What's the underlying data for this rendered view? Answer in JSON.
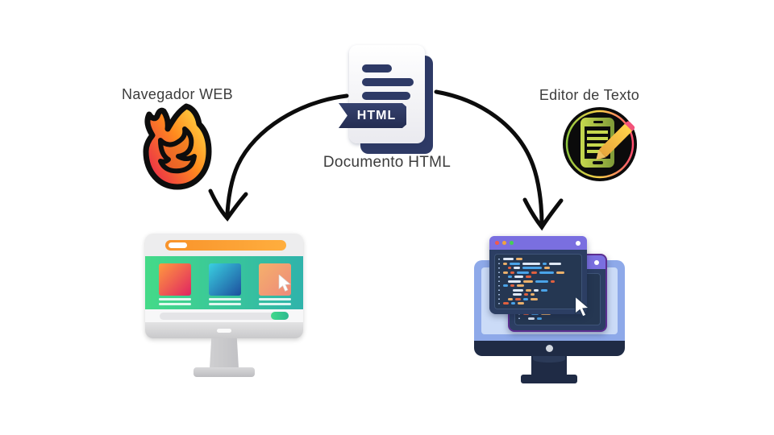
{
  "labels": {
    "left": "Navegador WEB",
    "center": "Documento HTML",
    "right": "Editor de Texto"
  },
  "html_file": {
    "badge_text": "HTML",
    "paper_color": "#f5f5f8",
    "ink_color": "#2e3a66",
    "text_line_count": 3
  },
  "icons": {
    "firefox": {
      "name": "firefox-flame",
      "gradient": [
        "#e8214f",
        "#ff8a1e",
        "#ffe24a"
      ],
      "outline": "#0d0d0d"
    },
    "text_editor": {
      "name": "tablet-and-pencil",
      "bg": "#0b0b0b",
      "ring": [
        "#8ec63f",
        "#ffd24a",
        "#ff4d6e"
      ],
      "tablet": [
        "#c6d84e",
        "#7e9a38"
      ],
      "pencil_body": "#ffd24a",
      "pencil_eraser": "#f2537a"
    }
  },
  "arrows": {
    "color": "#0c0c0c",
    "left": {
      "from": "html-document",
      "to": "browser-monitor"
    },
    "right": {
      "from": "html-document",
      "to": "editor-monitor"
    }
  },
  "browser_monitor": {
    "frame_color": "#ededee",
    "urlbar_gradient": [
      "#f8932b",
      "#ffae3e"
    ],
    "hero_gradient": [
      "#44da88",
      "#2fb3ab"
    ],
    "footer_button_color": "#3ecf8e",
    "cards": [
      {
        "gradient": [
          "#ff9a3e",
          "#e02462"
        ],
        "caption_lines": 2,
        "cursor": false
      },
      {
        "gradient": [
          "#3ad0e0",
          "#1d4f9e"
        ],
        "caption_lines": 2,
        "cursor": false
      },
      {
        "gradient": [
          "#f5b06b",
          "#ee8a7a"
        ],
        "caption_lines": 2,
        "cursor": true
      }
    ]
  },
  "code_monitor": {
    "frame_color": "#8ea9e9",
    "screen_color": "#cbdbf7",
    "chin_color": "#1f2b45",
    "window_bar_color": "#7a6fe0",
    "window_body_color": "#2c3e63",
    "panel_color": "#253752",
    "back_window_border": "#5c2e91",
    "traffic_lights": [
      "#f2594b",
      "#f0a33c",
      "#45d055"
    ],
    "palette": {
      "w": "#dfe8f5",
      "b": "#4aa3e8",
      "o": "#e0603f",
      "t": "#eab06b"
    },
    "front_rows": [
      {
        "i": 0,
        "s": [
          [
            "w",
            13
          ],
          [
            "t",
            8
          ]
        ]
      },
      {
        "i": 0,
        "s": [
          [
            "t",
            5
          ],
          [
            "b",
            13
          ],
          [
            "w",
            22
          ],
          [
            "b",
            5
          ],
          [
            "w",
            15
          ]
        ]
      },
      {
        "i": 1,
        "s": [
          [
            "o",
            4
          ],
          [
            "w",
            8
          ],
          [
            "b",
            24
          ],
          [
            "t",
            7
          ]
        ]
      },
      {
        "i": 0,
        "s": [
          [
            "t",
            6
          ],
          [
            "o",
            5
          ],
          [
            "b",
            15
          ],
          [
            "o",
            7
          ],
          [
            "b",
            18
          ],
          [
            "t",
            10
          ]
        ]
      },
      {
        "i": 1,
        "s": [
          [
            "b",
            5
          ],
          [
            "w",
            11
          ],
          [
            "o",
            7
          ]
        ]
      },
      {
        "i": 1,
        "s": [
          [
            "w",
            16
          ],
          [
            "t",
            12
          ],
          [
            "b",
            16
          ],
          [
            "o",
            5
          ]
        ]
      },
      {
        "i": 0,
        "s": [
          [
            "b",
            6
          ],
          [
            "o",
            5
          ],
          [
            "t",
            9
          ]
        ]
      },
      {
        "i": 2,
        "s": [
          [
            "w",
            13
          ],
          [
            "t",
            7
          ],
          [
            "w",
            6
          ],
          [
            "b",
            8
          ]
        ]
      },
      {
        "i": 2,
        "s": [
          [
            "w",
            11
          ],
          [
            "o",
            5
          ],
          [
            "t",
            5
          ]
        ]
      },
      {
        "i": 1,
        "s": [
          [
            "t",
            6
          ],
          [
            "o",
            7
          ],
          [
            "b",
            6
          ],
          [
            "t",
            9
          ]
        ]
      },
      {
        "i": 0,
        "s": [
          [
            "o",
            7
          ],
          [
            "b",
            5
          ],
          [
            "t",
            8
          ]
        ]
      }
    ],
    "back_rows": [
      {
        "i": 0,
        "s": [
          [
            "w",
            14
          ],
          [
            "b",
            10
          ],
          [
            "t",
            30
          ]
        ]
      },
      {
        "i": 1,
        "s": [
          [
            "b",
            10
          ],
          [
            "o",
            6
          ],
          [
            "w",
            14
          ]
        ]
      },
      {
        "i": 0,
        "s": [
          [
            "t",
            7
          ],
          [
            "b",
            12
          ],
          [
            "w",
            20
          ],
          [
            "t",
            28
          ]
        ]
      },
      {
        "i": 1,
        "s": [
          [
            "o",
            5
          ],
          [
            "w",
            10
          ],
          [
            "t",
            16
          ]
        ]
      },
      {
        "i": 0,
        "s": [
          [
            "w",
            18
          ],
          [
            "b",
            8
          ],
          [
            "t",
            34
          ]
        ]
      },
      {
        "i": 1,
        "s": [
          [
            "t",
            8
          ],
          [
            "o",
            10
          ],
          [
            "b",
            8
          ]
        ]
      },
      {
        "i": 0,
        "s": [
          [
            "w",
            10
          ],
          [
            "t",
            6
          ],
          [
            "b",
            12
          ]
        ]
      },
      {
        "i": 1,
        "s": [
          [
            "w",
            12
          ],
          [
            "t",
            7
          ],
          [
            "o",
            5
          ]
        ]
      },
      {
        "i": 0,
        "s": [
          [
            "o",
            7
          ],
          [
            "b",
            9
          ],
          [
            "t",
            12
          ]
        ]
      },
      {
        "i": 1,
        "s": [
          [
            "w",
            8
          ],
          [
            "b",
            6
          ]
        ]
      }
    ]
  }
}
